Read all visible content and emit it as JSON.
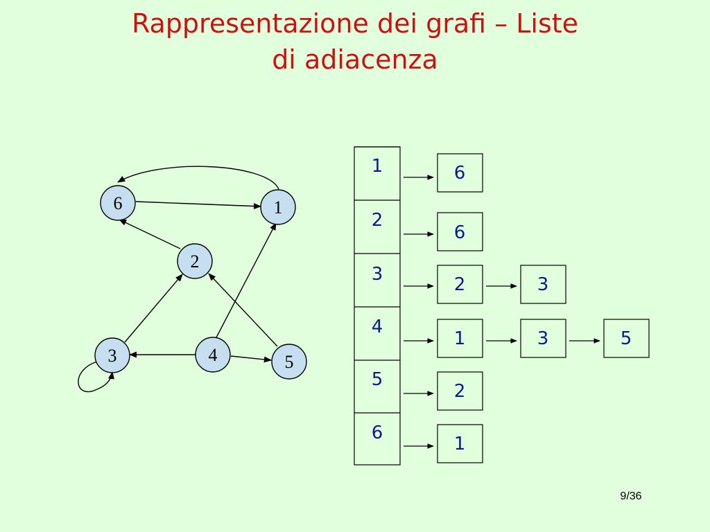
{
  "title": {
    "line1": "Rappresentazione dei grafi – Liste",
    "line2": "di adiacenza"
  },
  "graph": {
    "nodes": [
      "1",
      "2",
      "3",
      "4",
      "5",
      "6"
    ],
    "edges": [
      [
        "1",
        "6"
      ],
      [
        "2",
        "6"
      ],
      [
        "3",
        "2"
      ],
      [
        "3",
        "3"
      ],
      [
        "4",
        "1"
      ],
      [
        "4",
        "3"
      ],
      [
        "4",
        "5"
      ],
      [
        "5",
        "2"
      ],
      [
        "6",
        "1"
      ]
    ]
  },
  "adjacency": {
    "heads": [
      "1",
      "2",
      "3",
      "4",
      "5",
      "6"
    ],
    "lists": [
      [
        "6"
      ],
      [
        "6"
      ],
      [
        "2",
        "3"
      ],
      [
        "1",
        "3",
        "5"
      ],
      [
        "2"
      ],
      [
        "1"
      ]
    ]
  },
  "page_number": "9/36",
  "colors": {
    "background": "#e1ffdc",
    "title": "#cc1111",
    "node_fill": "#c5dff0",
    "cell_text": "#0a1a8c"
  }
}
